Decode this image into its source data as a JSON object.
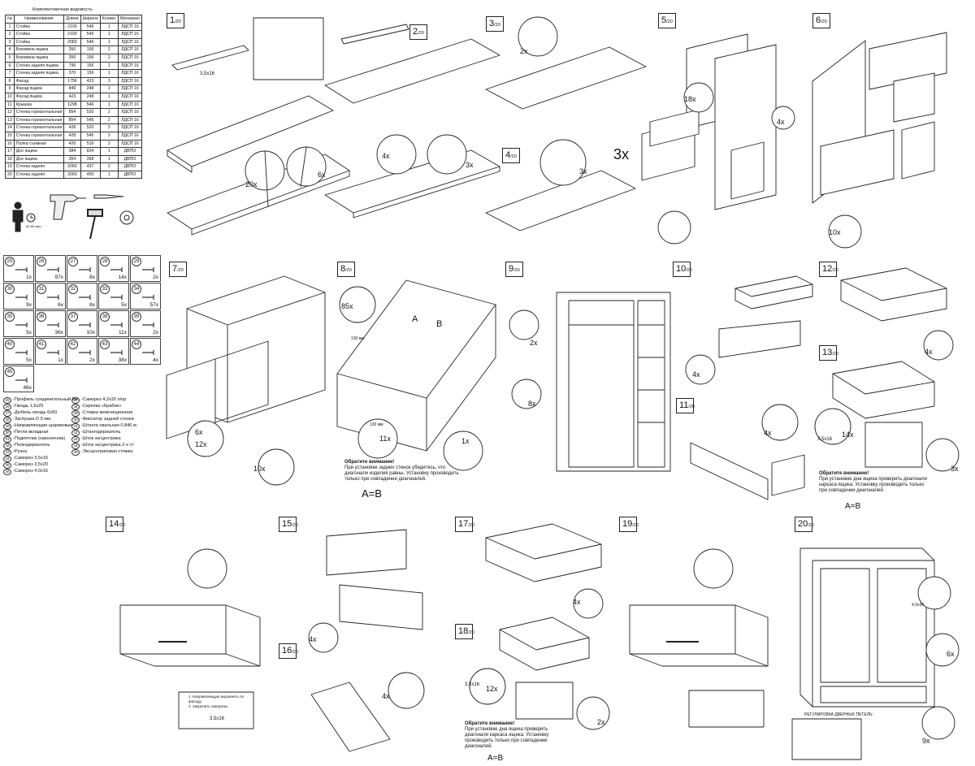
{
  "table": {
    "title": "Комплектовочная ведомость",
    "headers": [
      "№",
      "Наименование",
      "Длина",
      "Ширина",
      "Колиес",
      "Материал"
    ],
    "rows": [
      [
        "1",
        "Стойка",
        "2100",
        "546",
        "1",
        "ЛДСП 16"
      ],
      [
        "2",
        "Стойка",
        "2100",
        "546",
        "1",
        "ЛДСП 16"
      ],
      [
        "3",
        "Стойка",
        "2083",
        "546",
        "1",
        "ЛДСП 16"
      ],
      [
        "4",
        "Боковина ящика",
        "350",
        "156",
        "2",
        "ЛДСП 16"
      ],
      [
        "5",
        "Боковина ящика",
        "350",
        "156",
        "2",
        "ЛДСП 16"
      ],
      [
        "6",
        "Стенка задняя ящика",
        "796",
        "156",
        "1",
        "ЛДСП 16"
      ],
      [
        "7",
        "Стенка задняя ящика",
        "370",
        "156",
        "1",
        "ЛДСП 16"
      ],
      [
        "8",
        "Фасад",
        "1756",
        "423",
        "3",
        "ЛДСП 16"
      ],
      [
        "9",
        "Фасад ящика",
        "849",
        "248",
        "1",
        "ЛДСП 16"
      ],
      [
        "10",
        "Фасад ящика",
        "423",
        "248",
        "1",
        "ЛДСП 16"
      ],
      [
        "11",
        "Крышка",
        "1298",
        "546",
        "1",
        "ЛДСП 16"
      ],
      [
        "12",
        "Стенка горизонтальная",
        "854",
        "520",
        "2",
        "ЛДСП 16"
      ],
      [
        "13",
        "Стенка горизонтальная",
        "854",
        "545",
        "2",
        "ЛДСП 16"
      ],
      [
        "14",
        "Стенка горизонтальная",
        "428",
        "520",
        "2",
        "ЛДСП 16"
      ],
      [
        "15",
        "Стенка горизонтальная",
        "428",
        "545",
        "2",
        "ЛДСП 16"
      ],
      [
        "16",
        "Полка съемная",
        "426",
        "516",
        "2",
        "ЛДСП 16"
      ],
      [
        "17",
        "Дно ящика",
        "384",
        "824",
        "1",
        "ДВПО"
      ],
      [
        "18",
        "Дно ящика",
        "354",
        "398",
        "1",
        "ДВПО"
      ],
      [
        "19",
        "Стенка задняя",
        "2060",
        "437",
        "2",
        "ДВПО"
      ],
      [
        "20",
        "Стенка задняя",
        "2060",
        "450",
        "1",
        "ДВПО"
      ]
    ]
  },
  "tools": {
    "time_label": "60-80 мин."
  },
  "hardware": [
    {
      "num": "25",
      "qty": "1x"
    },
    {
      "num": "26",
      "qty": "97x"
    },
    {
      "num": "27",
      "qty": "8x"
    },
    {
      "num": "28",
      "qty": "14x"
    },
    {
      "num": "29",
      "qty": "2x"
    },
    {
      "num": "30",
      "qty": "9x"
    },
    {
      "num": "31",
      "qty": "6x"
    },
    {
      "num": "32",
      "qty": "8x"
    },
    {
      "num": "33",
      "qty": "5x"
    },
    {
      "num": "34",
      "qty": "57x"
    },
    {
      "num": "35",
      "qty": "5x"
    },
    {
      "num": "36",
      "qty": "36x"
    },
    {
      "num": "37",
      "qty": "10x"
    },
    {
      "num": "38",
      "qty": "11x"
    },
    {
      "num": "39",
      "qty": "2x"
    },
    {
      "num": "40",
      "qty": "5x"
    },
    {
      "num": "41",
      "qty": "1x"
    },
    {
      "num": "42",
      "qty": "2x"
    },
    {
      "num": "43",
      "qty": "38x"
    },
    {
      "num": "44",
      "qty": "4x"
    },
    {
      "num": "45",
      "qty": "46x"
    }
  ],
  "legend_left": [
    {
      "num": "25",
      "text": "-Профиль соединительный 2м."
    },
    {
      "num": "26",
      "text": "-Гвоздь 1,6х25"
    },
    {
      "num": "27",
      "text": "-Дюбель-гвоздь 6х50"
    },
    {
      "num": "28",
      "text": "-Заглушка D 5 мм."
    },
    {
      "num": "29",
      "text": "-Направляющие шариковые"
    },
    {
      "num": "30",
      "text": "-Петли вкладная"
    },
    {
      "num": "31",
      "text": "-Подпятник (наконечник)"
    },
    {
      "num": "32",
      "text": "-Полкодержатель"
    },
    {
      "num": "33",
      "text": "-Ручка"
    },
    {
      "num": "34",
      "text": "-Саморез 3,5х16"
    },
    {
      "num": "35",
      "text": "-Саморез 3,5х20"
    },
    {
      "num": "36",
      "text": "-Саморез 4,0х16"
    }
  ],
  "legend_right": [
    {
      "num": "37",
      "text": "-Саморез 4,2х32 п/ор"
    },
    {
      "num": "38",
      "text": "-Скрепка «Крабик»"
    },
    {
      "num": "39",
      "text": "-Стяжка межсекционная"
    },
    {
      "num": "40",
      "text": "-Фиксатор задней стенки"
    },
    {
      "num": "41",
      "text": "-Штанга овальная 0,846 м."
    },
    {
      "num": "42",
      "text": "-Штангодержатель"
    },
    {
      "num": "43",
      "text": "-Шток эксцентрика"
    },
    {
      "num": "44",
      "text": "-Шток эксцентрика 2-х ст"
    },
    {
      "num": "45",
      "text": "-Эксцентриковая стяжка"
    }
  ],
  "steps": [
    {
      "num": "1",
      "den": "/20"
    },
    {
      "num": "2",
      "den": "/20"
    },
    {
      "num": "3",
      "den": "/20"
    },
    {
      "num": "4",
      "den": "/20"
    },
    {
      "num": "5",
      "den": "/20"
    },
    {
      "num": "6",
      "den": "/20"
    },
    {
      "num": "7",
      "den": "/20"
    },
    {
      "num": "8",
      "den": "/20"
    },
    {
      "num": "9",
      "den": "/20"
    },
    {
      "num": "10",
      "den": "/20"
    },
    {
      "num": "11",
      "den": "/20"
    },
    {
      "num": "12",
      "den": "/20"
    },
    {
      "num": "13",
      "den": "/20"
    },
    {
      "num": "14",
      "den": "/20"
    },
    {
      "num": "15",
      "den": "/20"
    },
    {
      "num": "16",
      "den": "/20"
    },
    {
      "num": "17",
      "den": "/20"
    },
    {
      "num": "18",
      "den": "/20"
    },
    {
      "num": "19",
      "den": "/20"
    },
    {
      "num": "20",
      "den": "/20"
    }
  ],
  "quantities": {
    "q1a": "20x",
    "q1b": "6x",
    "q2a": "4x",
    "q2b": "3x",
    "q3": "2x",
    "q4a": "3x",
    "q4_big": "3x",
    "q5a": "18x",
    "q5b": "4x",
    "q6": "10x",
    "q7a": "6x",
    "q7b": "12x",
    "q7c": "10x",
    "q8a": "85x",
    "q8b": "11x",
    "q9a": "2x",
    "q9b": "8x",
    "q9c": "1x",
    "q10": "4x",
    "q11": "4x",
    "q12": "4x",
    "q13a": "14x",
    "q13b": "3x",
    "q15": "4x",
    "q16": "4x",
    "q17": "4x",
    "q18a": "12x",
    "q18b": "2x",
    "q20a": "6x",
    "q20b": "9x"
  },
  "notes": {
    "step1_screw": "3,5x16",
    "step8_title": "Обратите внимание!",
    "step8_body": "При установке задних стенок убедитесь, что диагонали изделия равны. Установку производить только при совпадении диагоналей.",
    "step8_ab": "A=B",
    "step8_a": "A",
    "step8_b": "B",
    "step8_dims1": "130 мм",
    "step8_dims2": "130 мм",
    "step11_title": "Обратите внимание!",
    "step11_body": "При установке дна ящика проверить диагонали каркаса ящика. Установку производить только при совпадении диагоналей.",
    "step11_ab": "A=B",
    "step13_screw": "3,5х16",
    "step14_line1": "1. Направляющую выровнять по фасаду",
    "step14_line2": "2. Закрепить саморезы",
    "step14_screw": "3,5х16",
    "step18_title": "Обратите внимание!",
    "step18_body": "При установке дна ящика проверить диагонали каркаса ящика. Установку производить только при совпадении диагоналей.",
    "step18_ab": "A=B",
    "step18_screw": "3,5x16",
    "step20_title": "РЕГУЛИРОВКА ДВЕРНЫХ ПЕТЕЛЬ:",
    "step20_label": "4,0х30"
  }
}
